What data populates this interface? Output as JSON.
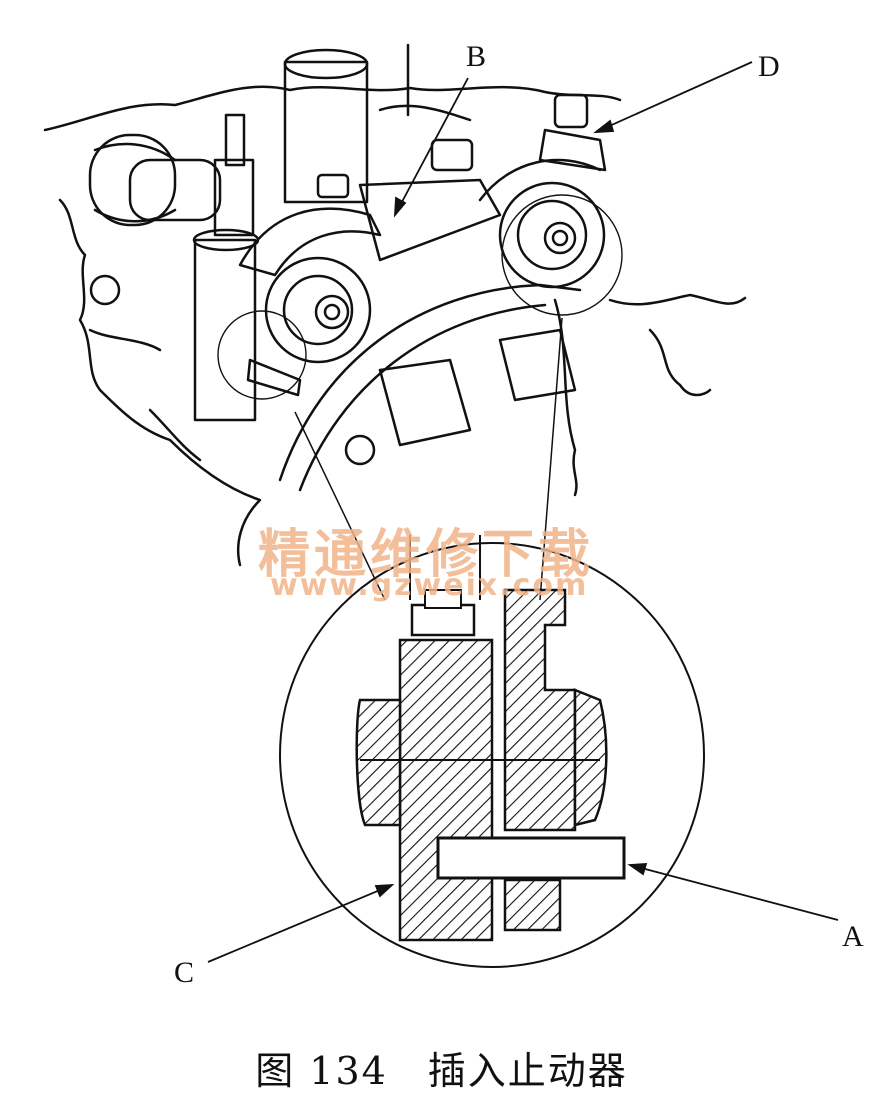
{
  "labels": {
    "a": "A",
    "b": "B",
    "c": "C",
    "d": "D"
  },
  "caption": "图 134　插入止动器",
  "watermark": {
    "title": "精通维修下载",
    "url": "www.gzweix.com"
  }
}
